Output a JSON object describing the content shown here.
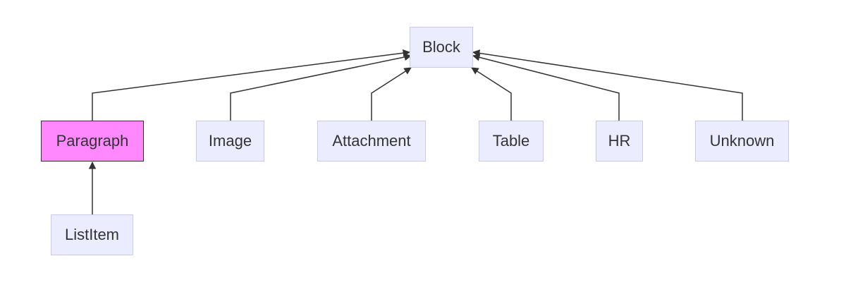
{
  "diagram": {
    "nodes": {
      "block": "Block",
      "paragraph": "Paragraph",
      "image": "Image",
      "attachment": "Attachment",
      "table": "Table",
      "hr": "HR",
      "unknown": "Unknown",
      "listitem": "ListItem"
    },
    "edges": [
      {
        "from": "paragraph",
        "to": "block"
      },
      {
        "from": "image",
        "to": "block"
      },
      {
        "from": "attachment",
        "to": "block"
      },
      {
        "from": "table",
        "to": "block"
      },
      {
        "from": "hr",
        "to": "block"
      },
      {
        "from": "unknown",
        "to": "block"
      },
      {
        "from": "listitem",
        "to": "paragraph"
      }
    ],
    "colors": {
      "node_fill": "#ececff",
      "node_border": "#c9c9f0",
      "highlight_fill": "#ff88ff",
      "highlight_border": "#333333",
      "edge": "#333333",
      "text": "#333333"
    },
    "highlighted": "paragraph"
  }
}
